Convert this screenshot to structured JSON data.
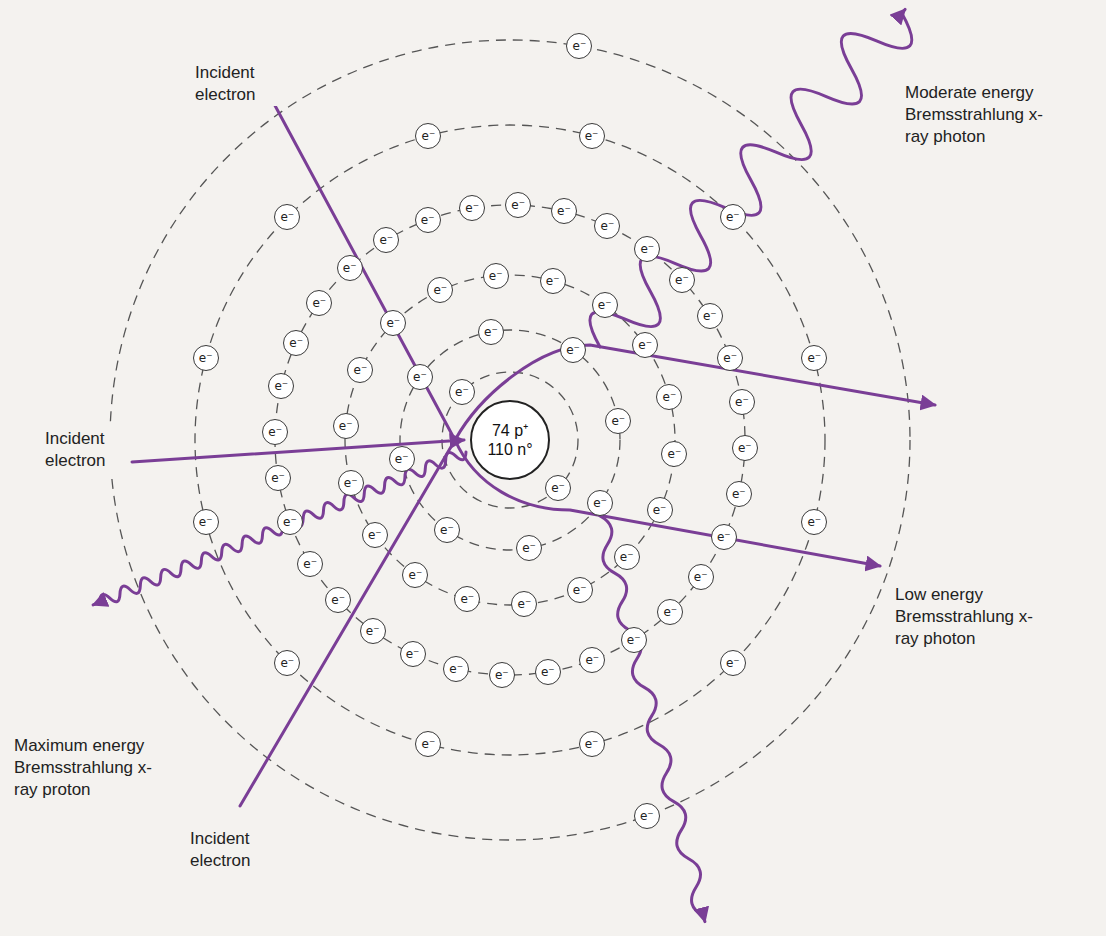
{
  "diagram": {
    "nodes": [
      {
        "text": [
          "74 p⁺",
          "110 n°"
        ]
      },
      {
        "text": [
          "e⁻"
        ]
      },
      {
        "text": [
          "e⁻"
        ]
      },
      {
        "text": [
          "e⁻"
        ]
      },
      {
        "text": [
          "e⁻"
        ]
      },
      {
        "text": [
          "e⁻"
        ]
      },
      {
        "text": [
          "e⁻"
        ]
      },
      {
        "text": [
          "e⁻"
        ]
      },
      {
        "text": [
          "e⁻"
        ]
      },
      {
        "text": [
          "e⁻"
        ]
      },
      {
        "text": [
          "e⁻"
        ]
      },
      {
        "text": [
          "e⁻"
        ]
      },
      {
        "text": [
          "e⁻"
        ]
      },
      {
        "text": [
          "e⁻"
        ]
      },
      {
        "text": [
          "e⁻"
        ]
      },
      {
        "text": [
          "e⁻"
        ]
      },
      {
        "text": [
          "e⁻"
        ]
      },
      {
        "text": [
          "e⁻"
        ]
      },
      {
        "text": [
          "e⁻"
        ]
      },
      {
        "text": [
          "e⁻"
        ]
      },
      {
        "text": [
          "e⁻"
        ]
      },
      {
        "text": [
          "e⁻"
        ]
      },
      {
        "text": [
          "e⁻"
        ]
      },
      {
        "text": [
          "e⁻"
        ]
      },
      {
        "text": [
          "e⁻"
        ]
      },
      {
        "text": [
          "e⁻"
        ]
      },
      {
        "text": [
          "e⁻"
        ]
      },
      {
        "text": [
          "e⁻"
        ]
      },
      {
        "text": [
          "e⁻"
        ]
      },
      {
        "text": [
          "e⁻"
        ]
      },
      {
        "text": [
          "e⁻"
        ]
      },
      {
        "text": [
          "e⁻"
        ]
      },
      {
        "text": [
          "e⁻"
        ]
      },
      {
        "text": [
          "e⁻"
        ]
      },
      {
        "text": [
          "e⁻"
        ]
      },
      {
        "text": [
          "e⁻"
        ]
      },
      {
        "text": [
          "e⁻"
        ]
      },
      {
        "text": [
          "e⁻"
        ]
      },
      {
        "text": [
          "e⁻"
        ]
      },
      {
        "text": [
          "e⁻"
        ]
      },
      {
        "text": [
          "e⁻"
        ]
      },
      {
        "text": [
          "e⁻"
        ]
      },
      {
        "text": [
          "e⁻"
        ]
      },
      {
        "text": [
          "e⁻"
        ]
      },
      {
        "text": [
          "e⁻"
        ]
      },
      {
        "text": [
          "e⁻"
        ]
      },
      {
        "text": [
          "e⁻"
        ]
      },
      {
        "text": [
          "e⁻"
        ]
      },
      {
        "text": [
          "e⁻"
        ]
      },
      {
        "text": [
          "e⁻"
        ]
      },
      {
        "text": [
          "e⁻"
        ]
      },
      {
        "text": [
          "e⁻"
        ]
      },
      {
        "text": [
          "e⁻"
        ]
      },
      {
        "text": [
          "e⁻"
        ]
      },
      {
        "text": [
          "e⁻"
        ]
      },
      {
        "text": [
          "e⁻"
        ]
      },
      {
        "text": [
          "e⁻"
        ]
      },
      {
        "text": [
          "e⁻"
        ]
      },
      {
        "text": [
          "e⁻"
        ]
      },
      {
        "text": [
          "e⁻"
        ]
      },
      {
        "text": [
          "e⁻"
        ]
      },
      {
        "text": [
          "e⁻"
        ]
      },
      {
        "text": [
          "e⁻"
        ]
      },
      {
        "text": [
          "e⁻"
        ]
      },
      {
        "text": [
          "e⁻"
        ]
      },
      {
        "text": [
          "e⁻"
        ]
      },
      {
        "text": [
          "e⁻"
        ]
      },
      {
        "text": [
          "e⁻"
        ]
      },
      {
        "text": [
          "e⁻"
        ]
      },
      {
        "text": [
          "e⁻"
        ]
      },
      {
        "text": [
          "e⁻"
        ]
      },
      {
        "text": [
          "e⁻"
        ]
      },
      {
        "text": [
          "e⁻"
        ]
      },
      {
        "text": [
          "e⁻"
        ]
      },
      {
        "text": [
          "e⁻"
        ]
      }
    ],
    "labels": [
      "Incident electron",
      "Moderate energy Bremsstrahlung x-ray photon",
      "Incident electron",
      "Maximum energy Bremsstrahlung x-ray proton",
      "Low energy Bremsstrahlung x-ray photon",
      "Incident electron"
    ]
  }
}
